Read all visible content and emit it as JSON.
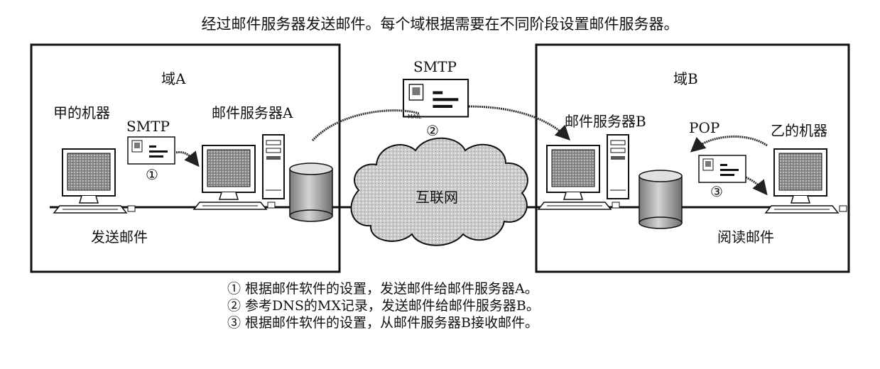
{
  "caption": "经过邮件服务器发送邮件。每个域根据需要在不同阶段设置邮件服务器。",
  "domain_a": {
    "title": "域A",
    "sender_label": "甲的机器",
    "server_label": "邮件服务器A",
    "protocol": "SMTP",
    "step_marker": "①",
    "action_label": "发送邮件"
  },
  "internet": {
    "label": "互联网",
    "protocol": "SMTP",
    "step_marker": "②"
  },
  "domain_b": {
    "title": "域B",
    "server_label": "邮件服务器B",
    "receiver_label": "乙的机器",
    "protocol": "POP",
    "step_marker": "③",
    "action_label": "阅读邮件"
  },
  "envelope_text": "MAIL",
  "notes": [
    "① 根据邮件软件的设置，发送邮件给邮件服务器A。",
    "② 参考DNS的MX记录，发送邮件给邮件服务器B。",
    "③ 根据邮件软件的设置，从邮件服务器B接收邮件。"
  ]
}
